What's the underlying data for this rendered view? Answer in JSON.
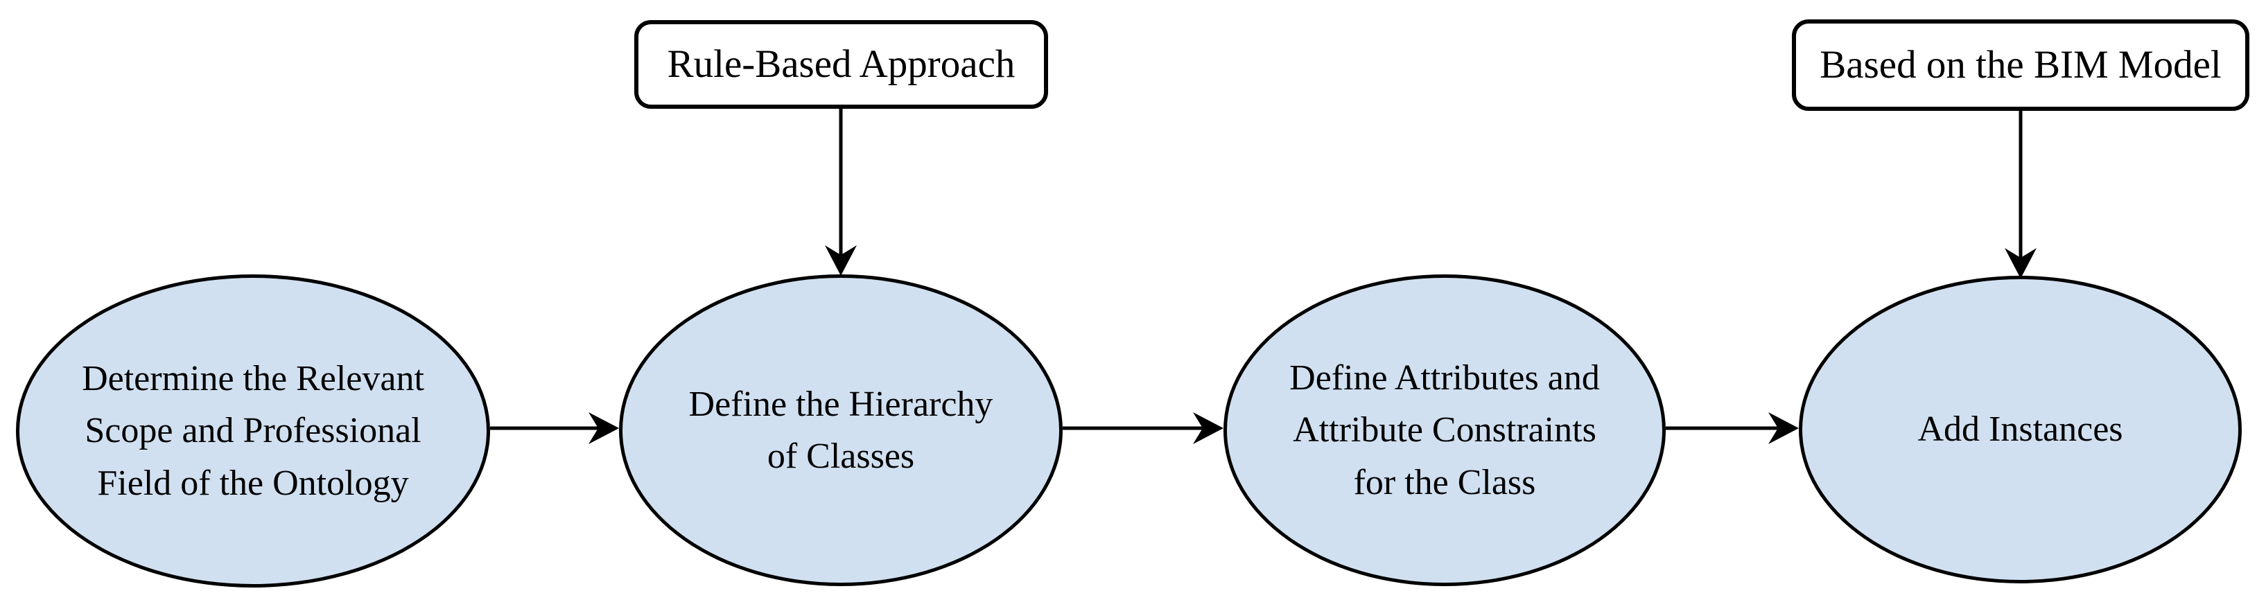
{
  "colors": {
    "background": "#ffffff",
    "node_fill": "#d0e0f0",
    "node_border": "#000000",
    "box_fill": "#ffffff",
    "box_border": "#000000",
    "arrow": "#000000",
    "text": "#000000"
  },
  "steps": [
    {
      "label": "Determine the Relevant\nScope and Professional\nField of the Ontology"
    },
    {
      "label": "Define the Hierarchy\nof Classes"
    },
    {
      "label": "Define Attributes and\nAttribute Constraints\nfor the Class"
    },
    {
      "label": "Add Instances"
    }
  ],
  "annotations": [
    {
      "label": "Rule-Based Approach",
      "points_to_step": 1
    },
    {
      "label": "Based on the BIM Model",
      "points_to_step": 3
    }
  ]
}
